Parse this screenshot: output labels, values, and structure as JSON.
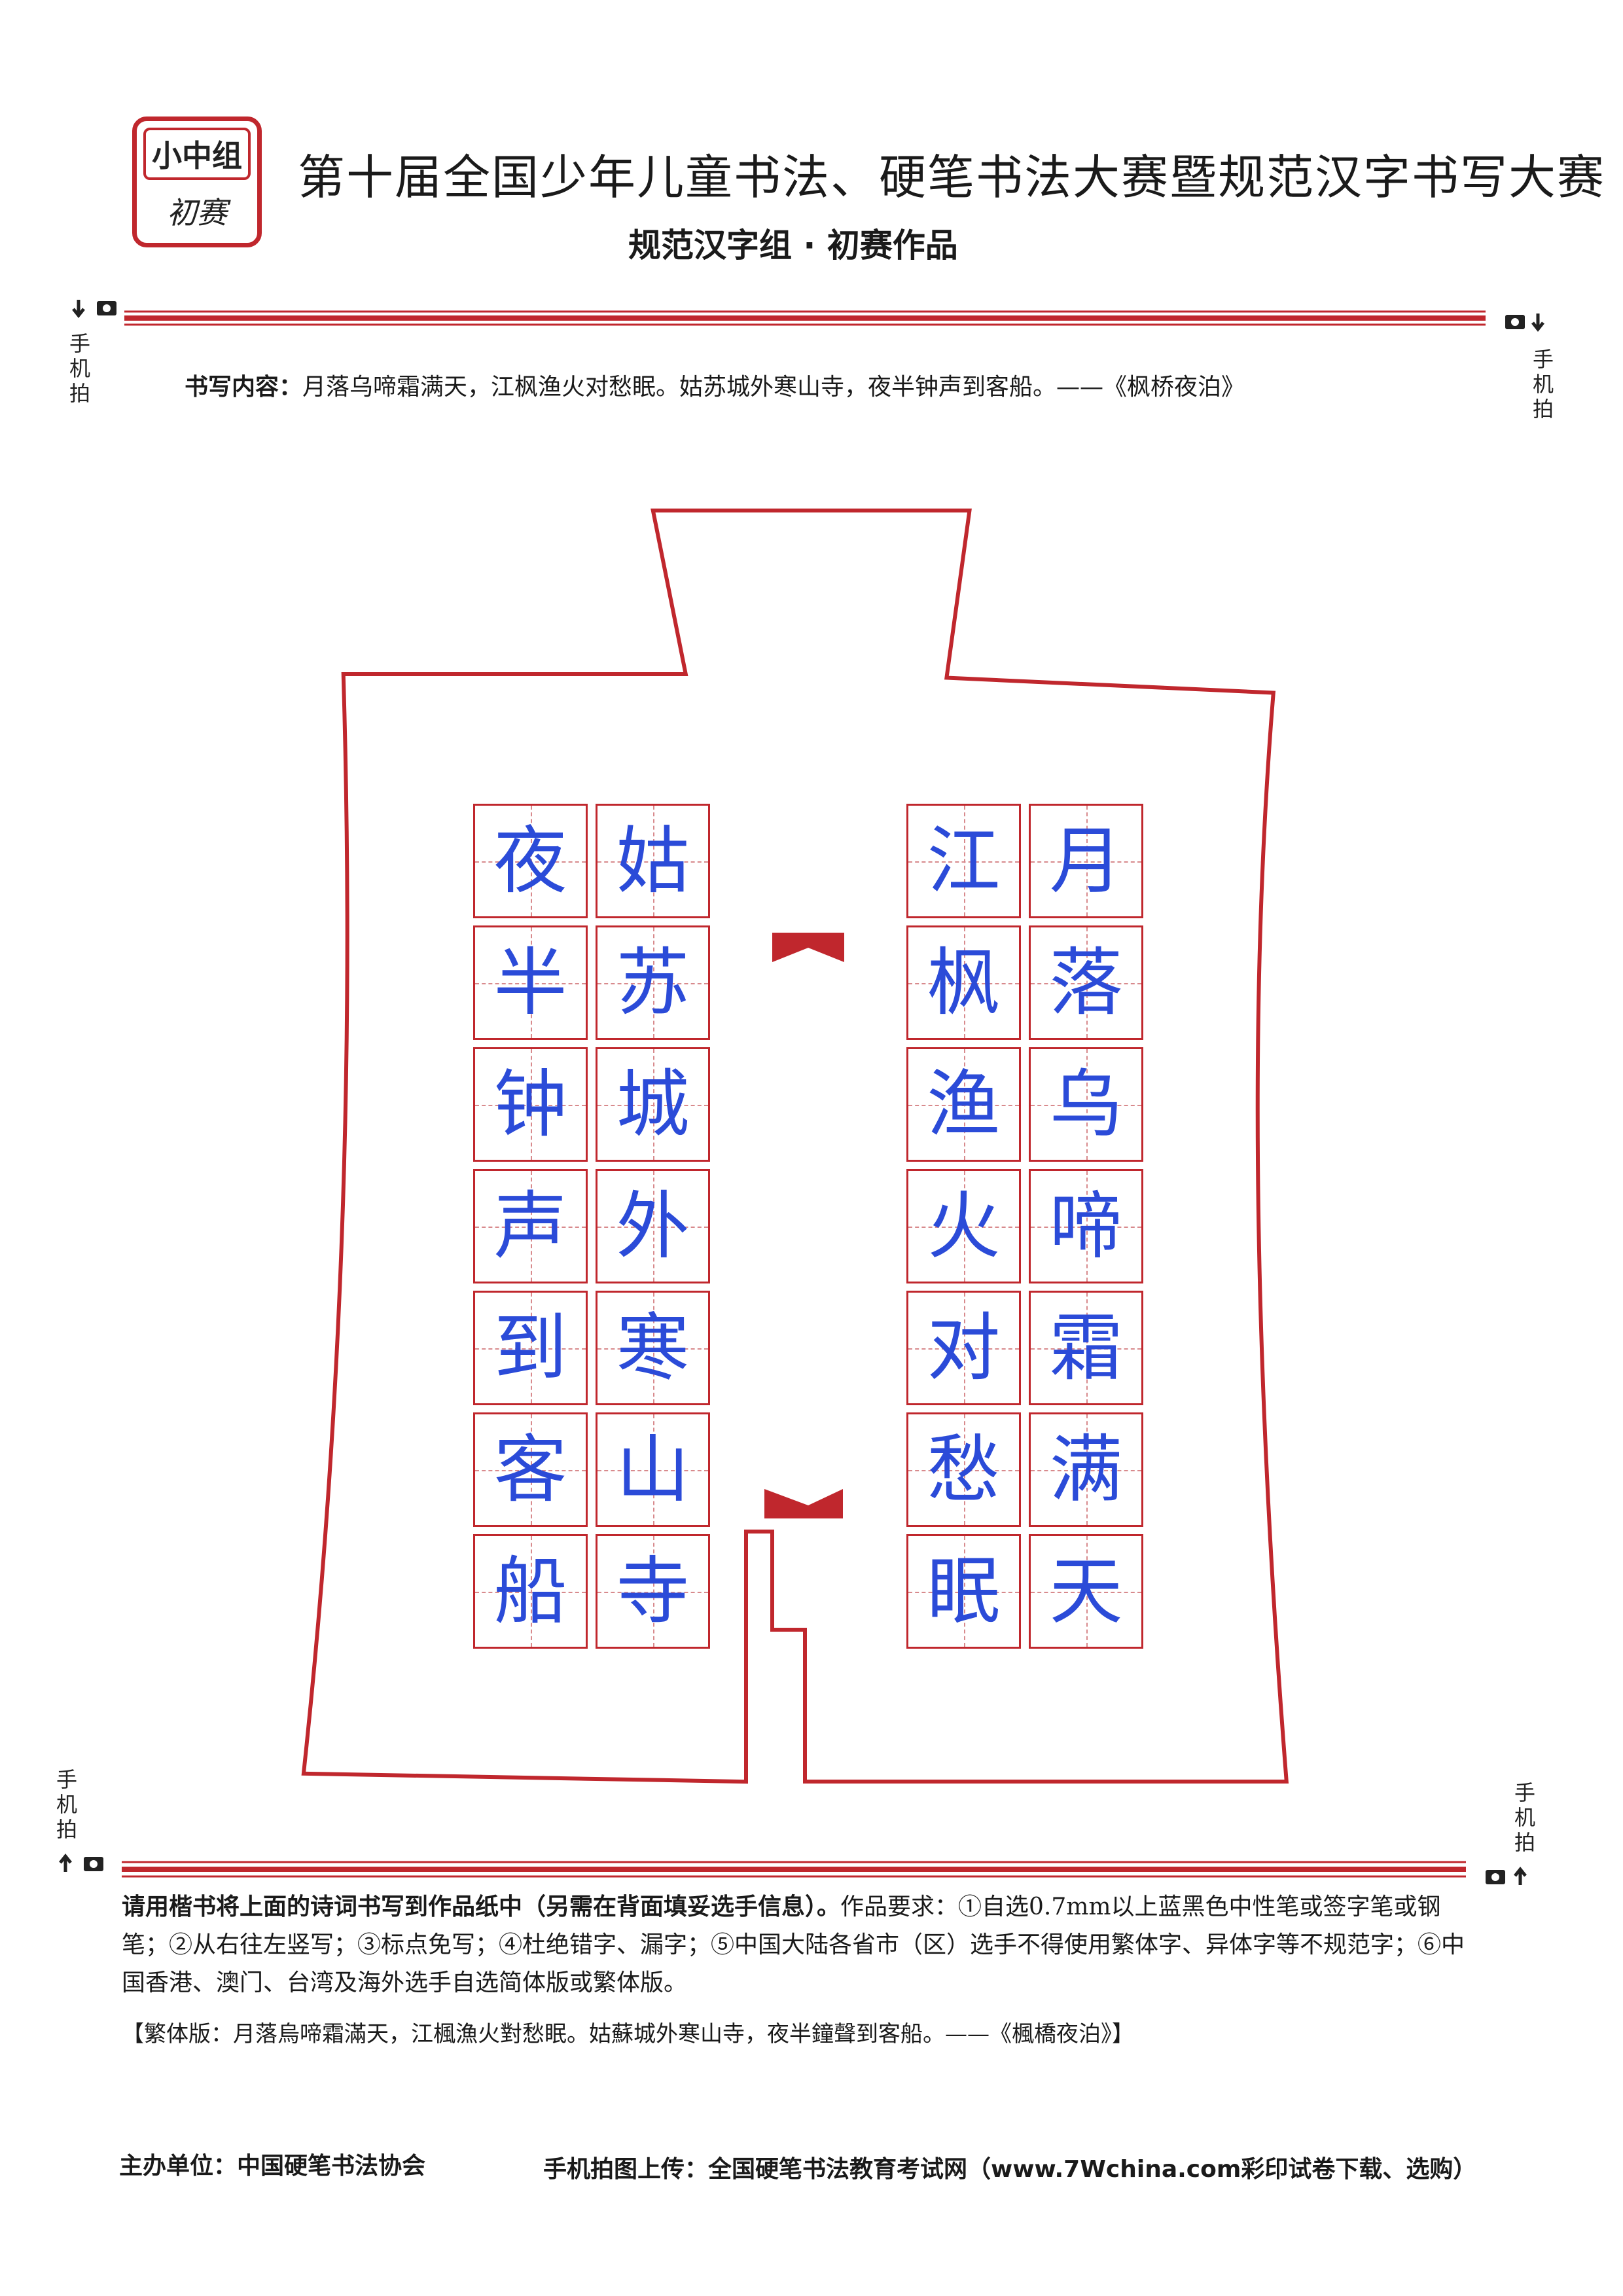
{
  "badge": {
    "group": "小中组",
    "stage": "初赛"
  },
  "header": {
    "title": "第十届全国少年儿童书法、硬笔书法大赛暨规范汉字书写大赛",
    "subtitle": "规范汉字组 · 初赛作品"
  },
  "side_label": "手机拍",
  "content": {
    "label": "书写内容：",
    "text": "月落乌啼霜满天，江枫渔火对愁眠。姑苏城外寒山寺，夜半钟声到客船。——《枫桥夜泊》"
  },
  "columns": [
    [
      "月",
      "落",
      "乌",
      "啼",
      "霜",
      "满",
      "天"
    ],
    [
      "江",
      "枫",
      "渔",
      "火",
      "对",
      "愁",
      "眠"
    ],
    [
      "姑",
      "苏",
      "城",
      "外",
      "寒",
      "山",
      "寺"
    ],
    [
      "夜",
      "半",
      "钟",
      "声",
      "到",
      "客",
      "船"
    ]
  ],
  "instructions": {
    "lead": "请用楷书将上面的诗词书写到作品纸中（另需在背面填妥选手信息）。",
    "requirements": "作品要求：①自选0.7mm以上蓝黑色中性笔或签字笔或钢笔；②从右往左竖写；③标点免写；④杜绝错字、漏字；⑤中国大陆各省市（区）选手不得使用繁体字、异体字等不规范字；⑥中国香港、澳门、台湾及海外选手自选简体版或繁体版。",
    "traditional": "【繁体版：月落烏啼霜滿天，江楓漁火對愁眠。姑蘇城外寒山寺，夜半鐘聲到客船。——《楓橋夜泊》】"
  },
  "footer": {
    "organizer": "主办单位：中国硬笔书法协会",
    "upload": "手机拍图上传：全国硬笔书法教育考试网（www.7Wchina.com彩印试卷下载、选购）"
  },
  "colors": {
    "accent_red": "#c0272d",
    "ink_blue": "#2b4bd8"
  }
}
